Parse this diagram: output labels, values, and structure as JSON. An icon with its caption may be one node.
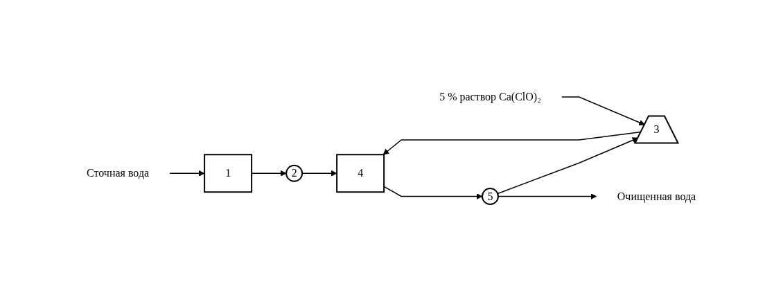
{
  "diagram": {
    "nodes": [
      {
        "text": [
          "Сточная вода"
        ]
      },
      {
        "text": [
          "1"
        ]
      },
      {
        "text": [
          "2"
        ]
      },
      {
        "text": [
          "5 % раствор Ca(ClO)₂"
        ]
      },
      {
        "text": [
          "3"
        ]
      },
      {
        "text": [
          "4"
        ]
      },
      {
        "text": [
          "5"
        ]
      },
      {
        "text": [
          "Очищенная вода"
        ]
      }
    ],
    "edges": [
      {
        "from": 0,
        "to": 1,
        "arrow": "to"
      },
      {
        "from": 1,
        "to": 2,
        "arrow": "to"
      },
      {
        "from": 2,
        "to": 5,
        "arrow": "to"
      },
      {
        "from": 3,
        "to": 4,
        "arrow": "to"
      },
      {
        "from": 4,
        "to": 5,
        "arrow": "to"
      },
      {
        "from": 5,
        "to": 6,
        "arrow": "to"
      },
      {
        "from": 6,
        "to": 7,
        "arrow": "to"
      },
      {
        "from": 6,
        "to": 4,
        "arrow": "to"
      }
    ]
  }
}
